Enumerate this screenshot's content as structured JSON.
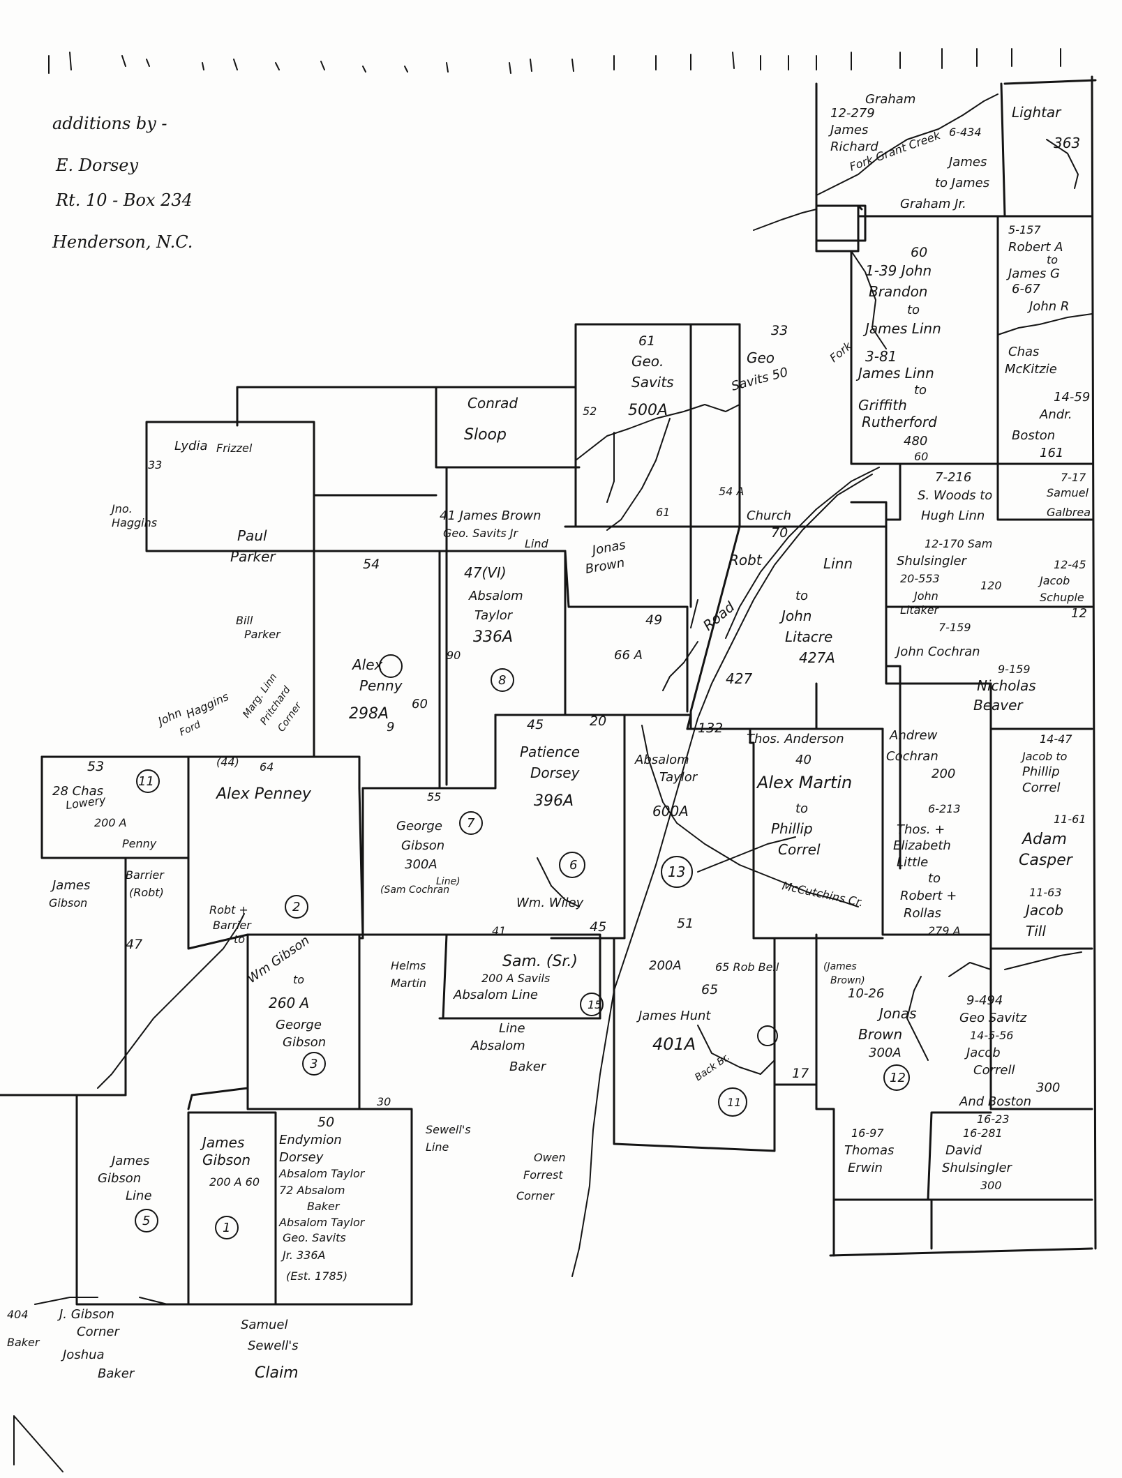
{
  "header": {
    "line1": "additions by -",
    "line2": "E. Dorsey",
    "line3": "Rt. 10 - Box 234",
    "line4": "Henderson, N.C."
  },
  "tracts": {
    "graham": {
      "l1": "Graham",
      "l2": "12-279",
      "l3": "James",
      "l4": "Richard",
      "l5": "Fork Grant Creek",
      "l6": "6-434",
      "l7": "James",
      "l8": "to James",
      "l9": "Graham Jr."
    },
    "lightar": {
      "l1": "Lightar",
      "l2": "363"
    },
    "brandon": {
      "n": "60",
      "l1": "1-39 John",
      "l2": "Brandon",
      "l3": "to",
      "l4": "James Linn",
      "l5": "3-81",
      "l6": "James Linn",
      "l7": "to",
      "l8": "Griffith",
      "l9": "Rutherford",
      "l10": "480",
      "l11": "60"
    },
    "robert": {
      "l1": "5-157",
      "l2": "Robert A",
      "l3": "to",
      "l4": "James G",
      "l5": "6-67",
      "l6": "John R",
      "l7": "Chas",
      "l8": "McKitzie",
      "l9": "14-59",
      "l10": "Andr.",
      "l11": "Boston",
      "l12": "161"
    },
    "savits": {
      "n1": "61",
      "l1": "Geo.",
      "l2": "Savits",
      "l3": "500A",
      "n2": "33",
      "l4": "Geo",
      "l5": "Savits 50",
      "l6": "Fork",
      "l7": "52",
      "l8": "54 A",
      "l9": "Church",
      "l10": "61"
    },
    "conrad": {
      "l1": "Conrad",
      "l2": "Sloop"
    },
    "lydia": {
      "l1": "Lydia",
      "l2": "Frizzel",
      "l3": "33"
    },
    "jnohaggins": {
      "l1": "Jno.",
      "l2": "Haggins"
    },
    "james_brown": {
      "l1": "41 James Brown",
      "l2": "Geo. Savits Jr",
      "l3": "Lind"
    },
    "jonas_brown_top": {
      "l1": "Jonas",
      "l2": "Brown"
    },
    "paul_parker": {
      "l1": "Paul",
      "l2": "Parker"
    },
    "n54": "54",
    "absalom_taylor": {
      "n": "47(VI)",
      "l1": "Absalom",
      "l2": "Taylor",
      "l3": "336A",
      "n90": "90",
      "c": "8"
    },
    "tract49": {
      "n": "49",
      "l1": "66 A"
    },
    "linn": {
      "n": "70",
      "l1": "Robt",
      "l2": "Linn",
      "l3": "to",
      "l4": "John",
      "l5": "Litacre",
      "l6": "427A",
      "l7": "Road",
      "l8": "427"
    },
    "woods": {
      "l1": "7-216",
      "l2": "S. Woods to",
      "l3": "Hugh Linn",
      "l4": "7-17",
      "l5": "Samuel",
      "l6": "Galbrea"
    },
    "shulsingler": {
      "l1": "12-170 Sam",
      "l2": "Shulsingler",
      "l3": "20-553",
      "l4": "John",
      "l5": "Litaker",
      "l6": "120",
      "l7": "12-45",
      "l8": "Jacob",
      "l9": "Schuple",
      "l10": "7-159",
      "l11": "John Cochran",
      "l12": "9-159",
      "l13": "Nicholas",
      "l14": "Beaver",
      "l15": "12"
    },
    "alex_penny": {
      "l1": "Alex",
      "l2": "Penny",
      "l3": "298A",
      "l4": "60",
      "c": "9",
      "l5": "Marg. Linn",
      "l6": "Pritchard",
      "l7": "Corner"
    },
    "bill_parker": {
      "l1": "Bill",
      "l2": "Parker"
    },
    "john_haggins": {
      "l1": "John",
      "l2": "Haggins",
      "l3": "Ford"
    },
    "patience": {
      "n": "45",
      "l1": "Patience",
      "l2": "Dorsey",
      "l3": "396A",
      "c": "6",
      "l4": "Wm. Wiley"
    },
    "absalom_taylor2": {
      "l1": "Absalom",
      "l2": "Taylor",
      "l3": "600A",
      "n": "132",
      "c": "13"
    },
    "alex_martin": {
      "l1": "Thos. Anderson",
      "l2": "40",
      "l3": "Alex Martin",
      "l4": "to",
      "l5": "Phillip",
      "l6": "Correl",
      "l7": "McCutchins Cr."
    },
    "andrew_cochran": {
      "l1": "Andrew",
      "l2": "Cochran",
      "l3": "200"
    },
    "jacob_correl": {
      "l1": "14-47",
      "l2": "Jacob to",
      "l3": "Phillip",
      "l4": "Correl",
      "l5": "11-61",
      "l6": "Adam",
      "l7": "Casper",
      "l8": "11-63",
      "l9": "Jacob",
      "l10": "Till"
    },
    "thos_little": {
      "l1": "6-213",
      "l2": "Thos. +",
      "l3": "Elizabeth",
      "l4": "Little",
      "l5": "to",
      "l6": "Robert +",
      "l7": "Rollas",
      "l8": "279 A"
    },
    "chas_lowery": {
      "n": "53",
      "l1": "28 Chas",
      "l2": "Lowery",
      "l3": "200 A",
      "l4": "Penny",
      "c": "11"
    },
    "alex_penny2": {
      "n": "(44)",
      "l1": "Alex Penney",
      "l2": "64"
    },
    "george_gibson": {
      "l1": "George",
      "l2": "Gibson",
      "l3": "300A",
      "l4": "(Sam Cochran",
      "l5": "Line)",
      "c": "7",
      "n": "55"
    },
    "james_gibson": {
      "l1": "James",
      "l2": "Gibson",
      "l3": "Barrier",
      "l4": "(Robt)"
    },
    "robt_barrier": {
      "l1": "Robt +",
      "l2": "Barrier",
      "l3": "to",
      "c": "2"
    },
    "wm_gibson": {
      "l1": "Wm Gibson",
      "l2": "to",
      "l3": "260 A",
      "l4": "George",
      "l5": "Gibson",
      "c": "3"
    },
    "helms_martin": {
      "l1": "Helms",
      "l2": "Martin"
    },
    "sam_saville": {
      "l1": "Sam. (Sr.)",
      "l2": "200 A Savils",
      "l3": "Absalom Line",
      "c": "15"
    },
    "absalom_baker": {
      "l1": "Line",
      "l2": "Absalom",
      "l3": "Baker"
    },
    "rob_bell": {
      "l1": "200A",
      "l2": "65 Rob Bell"
    },
    "james_hunt": {
      "n": "65",
      "l1": "James Hunt",
      "l2": "401A",
      "c": "11",
      "l3": "Back Br."
    },
    "jonas_brown": {
      "l1": "(James",
      "l2": "Brown)",
      "l3": "10-26",
      "l4": "Jonas",
      "l5": "Brown",
      "l6": "300A",
      "c": "12"
    },
    "geo_savitz": {
      "l1": "9-494",
      "l2": "Geo Savitz",
      "l3": "14-5-56",
      "l4": "Jacob",
      "l5": "Correll",
      "l6": "300"
    },
    "and_boston": {
      "l1": "16-23",
      "l2": "And Boston"
    },
    "thomas_erwin": {
      "l1": "16-97",
      "l2": "Thomas",
      "l3": "Erwin"
    },
    "david_shulsingler": {
      "l1": "16-281",
      "l2": "David",
      "l3": "Shulsingler",
      "l4": "300"
    },
    "james_gibson_line": {
      "l1": "James",
      "l2": "Gibson",
      "l3": "Line",
      "c": "5"
    },
    "james_gibson2": {
      "l1": "James",
      "l2": "Gibson",
      "l3": "200 A 60",
      "c": "1"
    },
    "endymion": {
      "n": "50",
      "l1": "Endymion",
      "l2": "Dorsey",
      "l3": "Absalom Taylor",
      "l4": "72 Absalom",
      "l5": "Baker",
      "l6": "Absalom Taylor",
      "l7": "Geo. Savits",
      "l8": "Jr. 336A",
      "l9": "(Est. 1785)"
    },
    "sewell_line": {
      "l1": "Sewell's",
      "l2": "Line"
    },
    "owen_forrest": {
      "l1": "Owen",
      "l2": "Forrest",
      "l3": "Corner"
    },
    "bottom_labels": {
      "l1": "J. Gibson",
      "l2": "Corner",
      "l3": "Joshua",
      "l4": "Baker",
      "l5": "Samuel",
      "l6": "Sewell's",
      "l7": "Claim",
      "l8": "404",
      "l9": "Baker"
    },
    "misc_nums": {
      "n45": "45",
      "n20": "20",
      "n51": "51",
      "n41": "41",
      "n30": "30",
      "n17": "17",
      "n47": "47"
    }
  }
}
